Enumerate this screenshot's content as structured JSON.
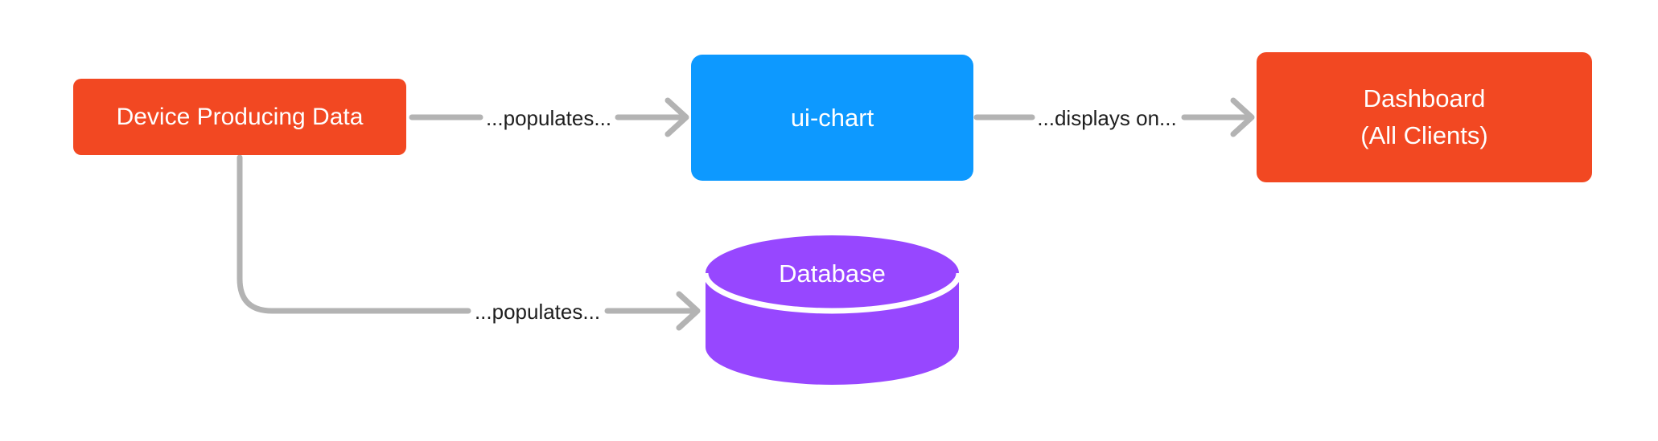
{
  "diagram": {
    "title": "device data flow diagram",
    "background": "#FFFFFF",
    "nodes": {
      "device": {
        "label": "Device Producing Data",
        "shape": "rounded-rectangle",
        "color": "#F24822",
        "text_color": "#FFFFFF"
      },
      "ui_chart": {
        "label": "ui-chart",
        "shape": "rounded-rectangle",
        "color": "#0D99FF",
        "text_color": "#FFFFFF"
      },
      "dashboard": {
        "lines": [
          "Dashboard",
          "(All Clients)"
        ],
        "shape": "rounded-rectangle",
        "color": "#F24822",
        "text_color": "#FFFFFF"
      },
      "database": {
        "label": "Database",
        "shape": "cylinder",
        "color": "#9747FF",
        "seam_color": "#FFFFFF",
        "text_color": "#FFFFFF"
      }
    },
    "edges": {
      "device_to_uichart": {
        "label": "...populates...",
        "from": "device",
        "to": "ui_chart",
        "style": "arrow"
      },
      "uichart_to_dashboard": {
        "label": "...displays on...",
        "from": "ui_chart",
        "to": "dashboard",
        "style": "arrow"
      },
      "device_to_database": {
        "label": "...populates...",
        "from": "device",
        "to": "database",
        "style": "elbow-arrow"
      }
    },
    "colors": {
      "connector": "#B3B3B3",
      "edge_label_text": "#1E1E1E"
    }
  }
}
